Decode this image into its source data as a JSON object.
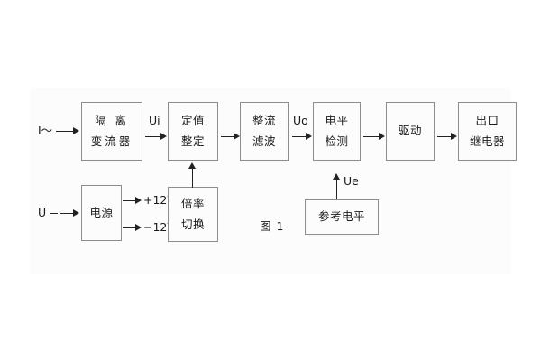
{
  "figure": {
    "caption": "图 1",
    "inputs": [
      {
        "name": "current-input",
        "label": "I～"
      },
      {
        "name": "voltage-input",
        "label": "U"
      }
    ],
    "signals": [
      {
        "name": "signal-ui",
        "label": "Ui"
      },
      {
        "name": "signal-uo",
        "label": "Uo"
      },
      {
        "name": "signal-ue",
        "label": "Ue"
      }
    ],
    "supply_rails": [
      {
        "name": "rail-positive",
        "label": "+12V"
      },
      {
        "name": "rail-negative",
        "label": "−12V"
      }
    ],
    "blocks": [
      {
        "name": "block-isolation-transformer",
        "lines": [
          "隔 离",
          "变流器"
        ]
      },
      {
        "name": "block-setting-value",
        "lines": [
          "定值",
          "整定"
        ]
      },
      {
        "name": "block-rectify-filter",
        "lines": [
          "整流",
          "滤波"
        ]
      },
      {
        "name": "block-level-detect",
        "lines": [
          "电平",
          "检测"
        ]
      },
      {
        "name": "block-drive",
        "lines": [
          "驱动"
        ]
      },
      {
        "name": "block-output-relay",
        "lines": [
          "出口",
          "继电器"
        ]
      },
      {
        "name": "block-power-supply",
        "lines": [
          "电源"
        ]
      },
      {
        "name": "block-multiplier-switch",
        "lines": [
          "倍率",
          "切换"
        ]
      },
      {
        "name": "block-reference-level",
        "lines": [
          "参考电平"
        ]
      }
    ],
    "colors": {
      "box_border": "#8d8d8d",
      "connector": "#222222",
      "text": "#1a1a1a",
      "panel_background": "#fcfcfc"
    }
  }
}
